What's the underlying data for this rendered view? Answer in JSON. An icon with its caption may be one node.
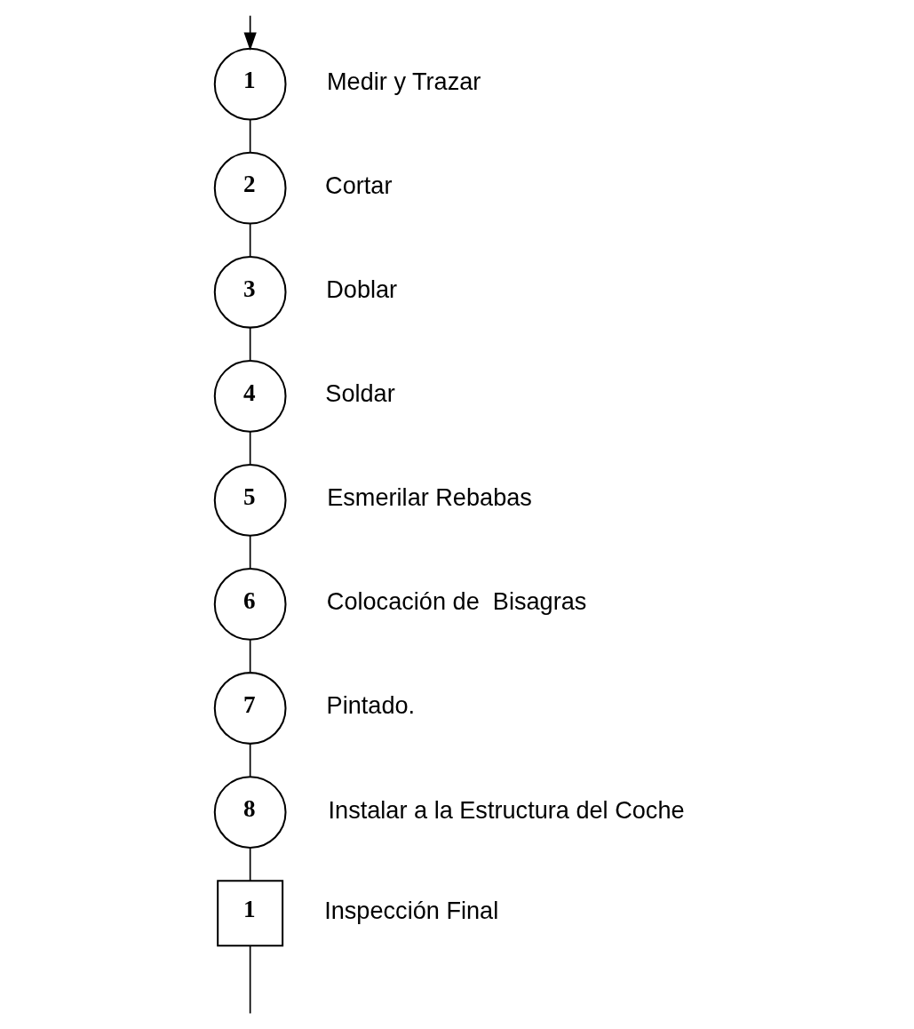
{
  "diagram": {
    "nodes": [
      {
        "text": [
          "1"
        ],
        "beside": [
          "Medir y Trazar"
        ]
      },
      {
        "text": [
          "2"
        ],
        "beside": [
          "Cortar"
        ]
      },
      {
        "text": [
          "3"
        ],
        "beside": [
          "Doblar"
        ]
      },
      {
        "text": [
          "4"
        ],
        "beside": [
          "Soldar"
        ]
      },
      {
        "text": [
          "5"
        ],
        "beside": [
          "Esmerilar Rebabas"
        ]
      },
      {
        "text": [
          "6"
        ],
        "beside": [
          "Colocación de  Bisagras"
        ]
      },
      {
        "text": [
          "7"
        ],
        "beside": [
          "Pintado."
        ]
      },
      {
        "text": [
          "8"
        ],
        "beside": [
          "Instalar a la Estructura del Coche"
        ]
      },
      {
        "text": [
          "1"
        ],
        "beside": [
          "Inspección Final"
        ]
      }
    ],
    "edges": [
      {
        "from": null,
        "to": 0,
        "arrow": "to"
      },
      {
        "from": 0,
        "to": 1,
        "arrow": "none"
      },
      {
        "from": 1,
        "to": 2,
        "arrow": "none"
      },
      {
        "from": 2,
        "to": 3,
        "arrow": "none"
      },
      {
        "from": 3,
        "to": 4,
        "arrow": "none"
      },
      {
        "from": 4,
        "to": 5,
        "arrow": "none"
      },
      {
        "from": 5,
        "to": 6,
        "arrow": "none"
      },
      {
        "from": 6,
        "to": 7,
        "arrow": "none"
      },
      {
        "from": 7,
        "to": 8,
        "arrow": "none"
      },
      {
        "from": 8,
        "to": null,
        "arrow": "none"
      }
    ]
  }
}
